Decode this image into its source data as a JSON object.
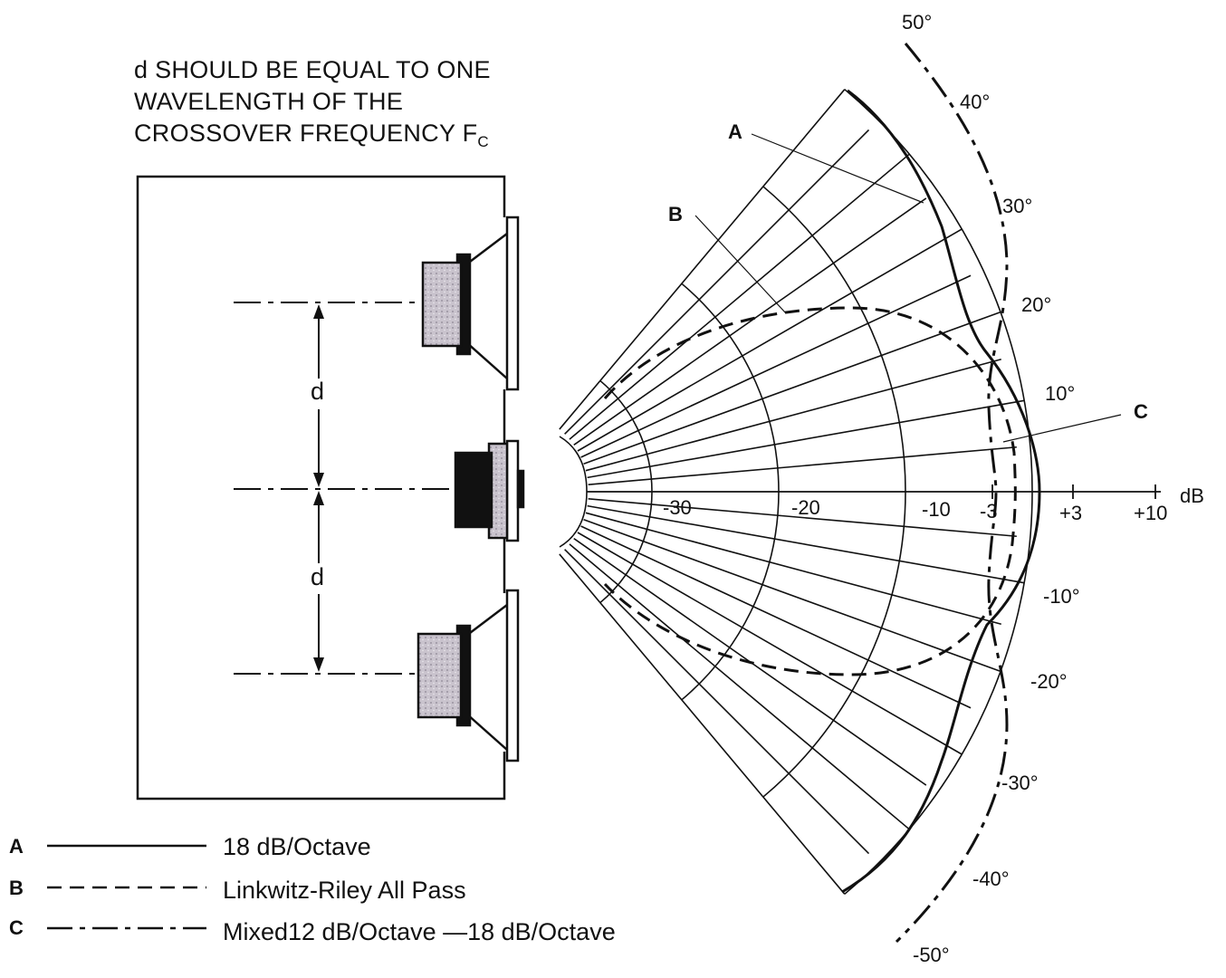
{
  "note": {
    "line1": "d  SHOULD BE EQUAL TO ONE",
    "line2": "WAVELENGTH OF THE",
    "line3": "CROSSOVER FREQUENCY F",
    "line3_sub": "C"
  },
  "cabinet": {
    "d_label_upper": "d",
    "d_label_lower": "d"
  },
  "polar": {
    "db_unit": "dB",
    "db_ticks": [
      "-30",
      "-20",
      "-10",
      "-3",
      "+3",
      "+10"
    ],
    "angle_labels_upper": [
      "50°",
      "40°",
      "30°",
      "20°",
      "10°"
    ],
    "angle_labels_lower": [
      "-10°",
      "-20°",
      "-30°",
      "-40°",
      "-50°"
    ],
    "curve_labels": [
      "A",
      "B",
      "C"
    ]
  },
  "legend": [
    {
      "key": "A",
      "style": "solid",
      "text": "18 dB/Octave"
    },
    {
      "key": "B",
      "style": "dashed",
      "text": "Linkwitz-Riley All Pass"
    },
    {
      "key": "C",
      "style": "dash-dot",
      "text": "Mixed12 dB/Octave —18 dB/Octave"
    }
  ]
}
